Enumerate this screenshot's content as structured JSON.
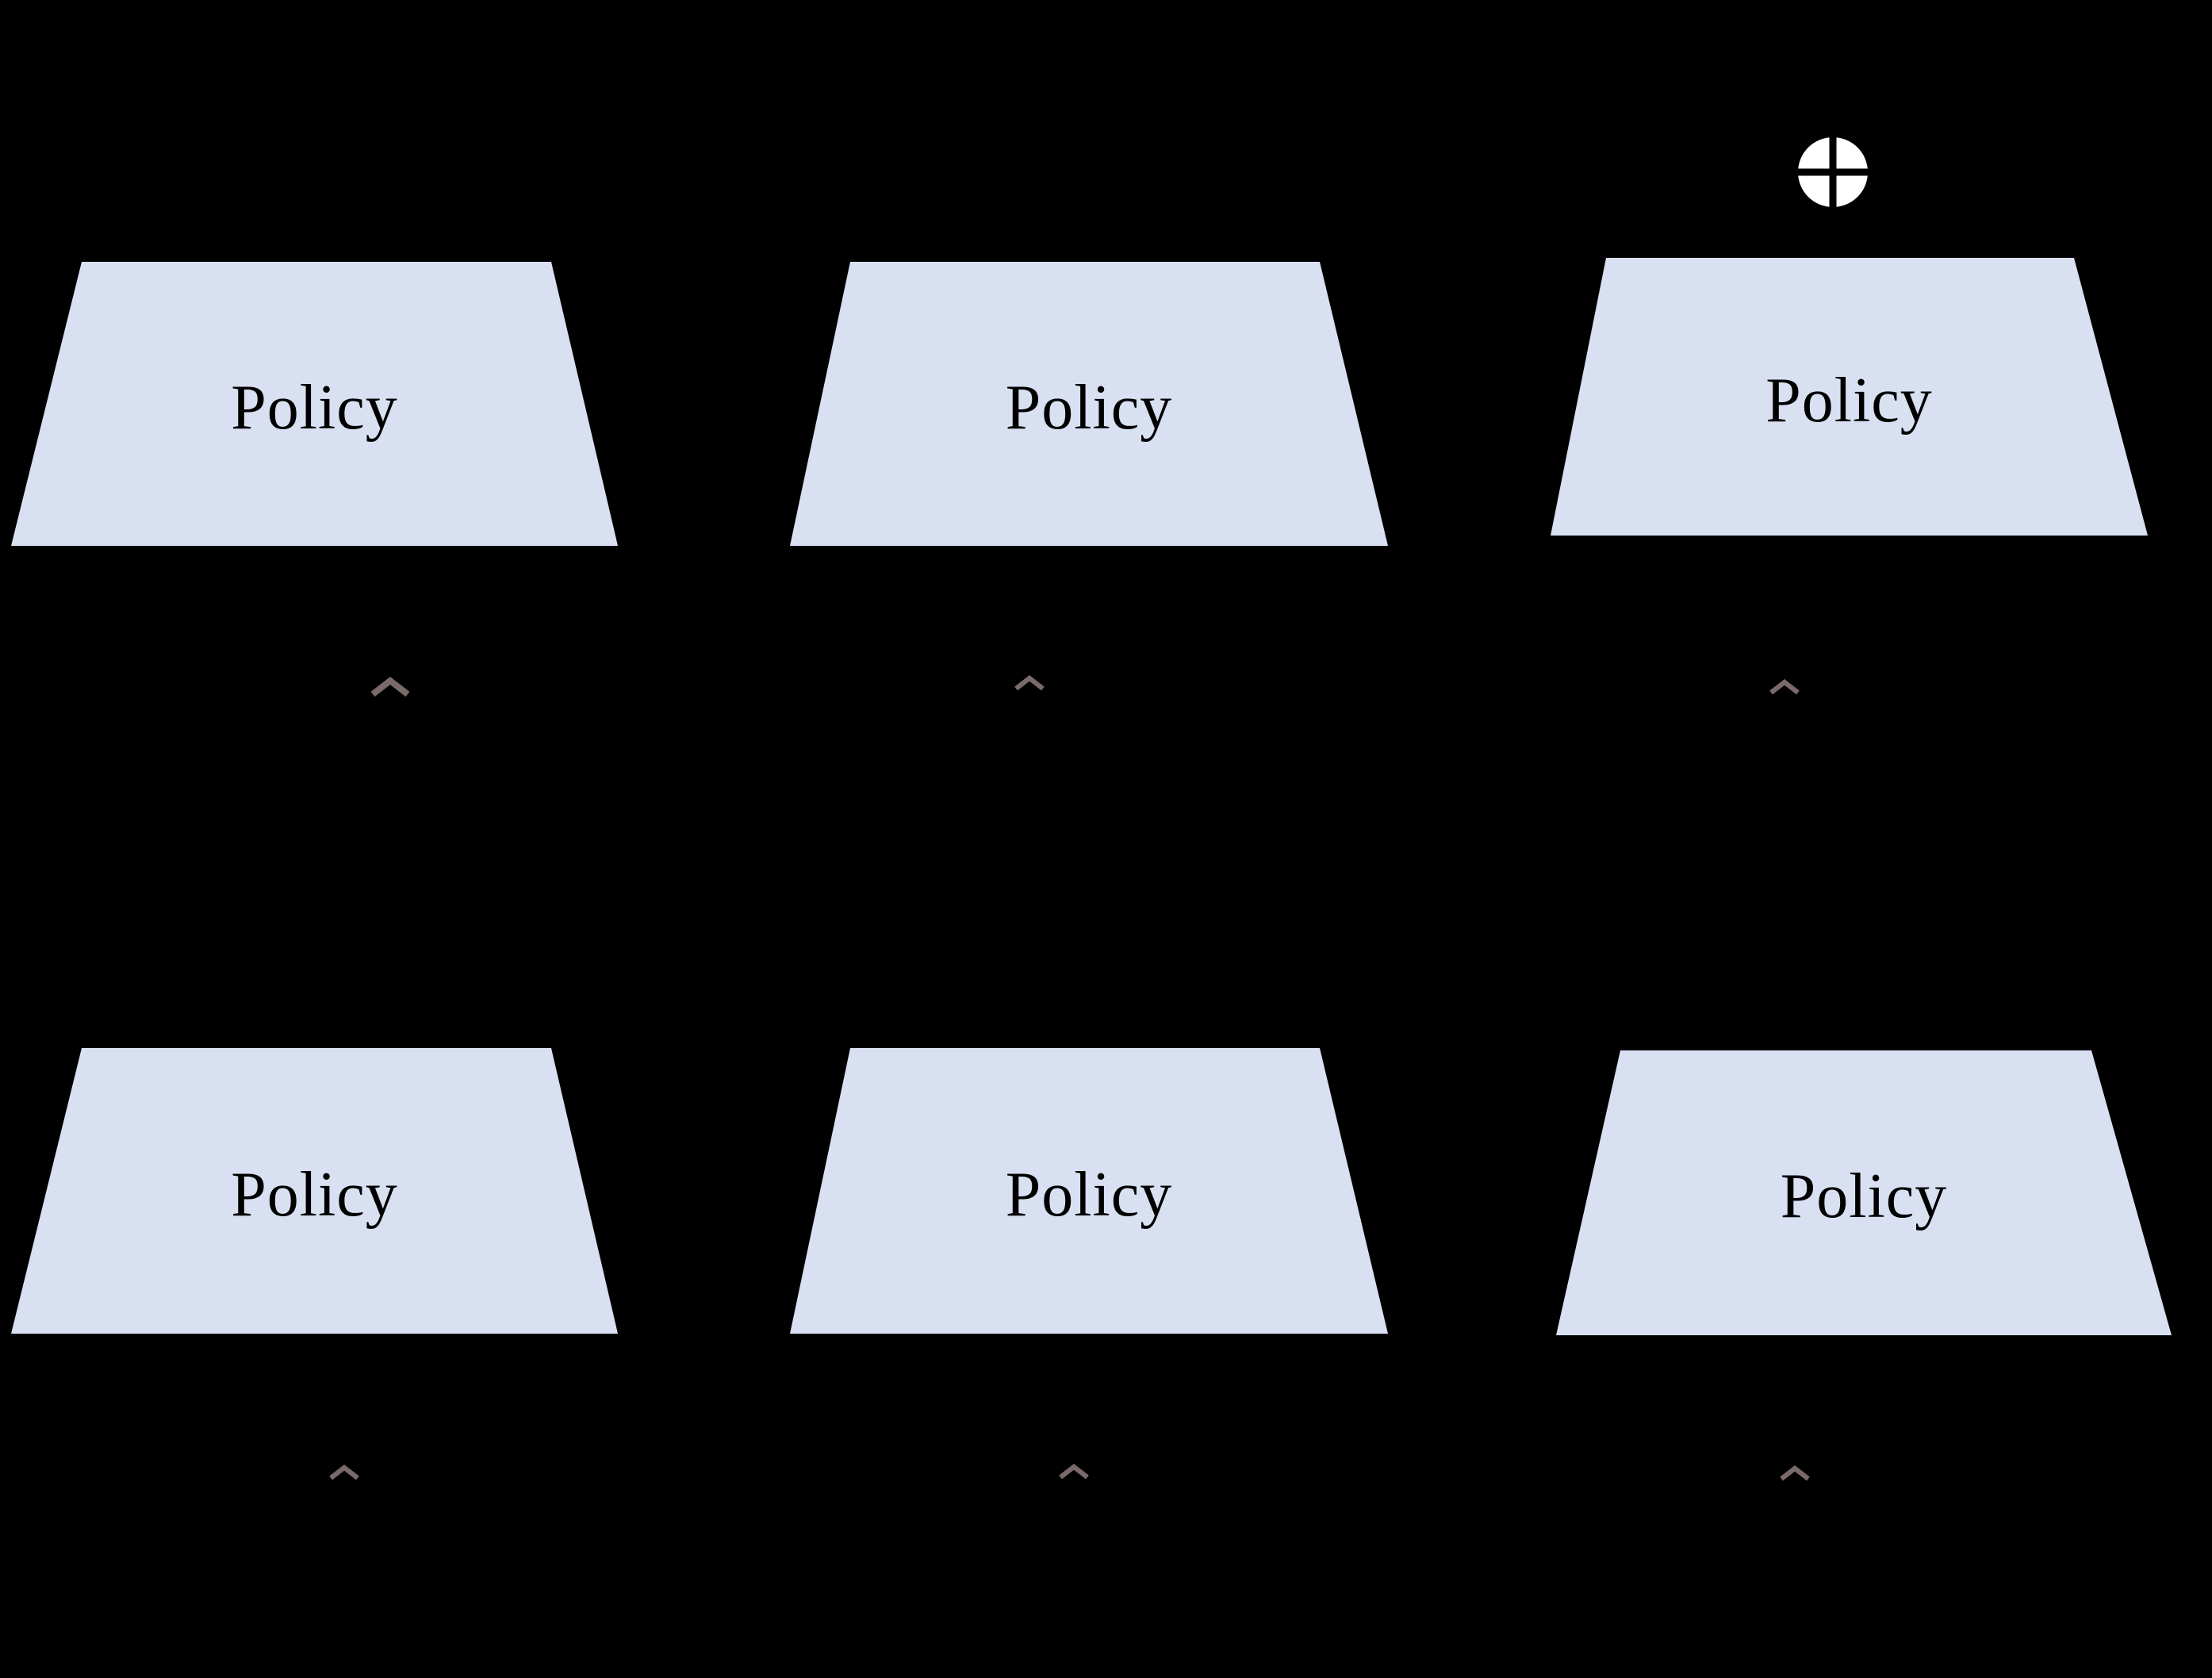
{
  "figure": {
    "background": "#000000",
    "description_visible_elements": "six trapezoid policy blocks in two rows, six hat-caret marks, one circled-plus combine symbol"
  },
  "nodes": [
    {
      "id": "policy-top-left",
      "label": "Policy"
    },
    {
      "id": "policy-top-middle",
      "label": "Policy"
    },
    {
      "id": "policy-top-right",
      "label": "Policy"
    },
    {
      "id": "policy-bottom-left",
      "label": "Policy"
    },
    {
      "id": "policy-bottom-middle",
      "label": "Policy"
    },
    {
      "id": "policy-bottom-right",
      "label": "Policy"
    }
  ],
  "icons": {
    "circled_plus": "circled-plus combine symbol (white disc with black cross)",
    "caret": "hat / circumflex accent mark"
  },
  "colors": {
    "background": "#000000",
    "trapezoid_fill": "#d8e0f1",
    "label_text": "#000000",
    "caret_stroke": "#7b6a6a",
    "plus_circle_fill": "#ffffff",
    "plus_cross_stroke": "#000000"
  }
}
